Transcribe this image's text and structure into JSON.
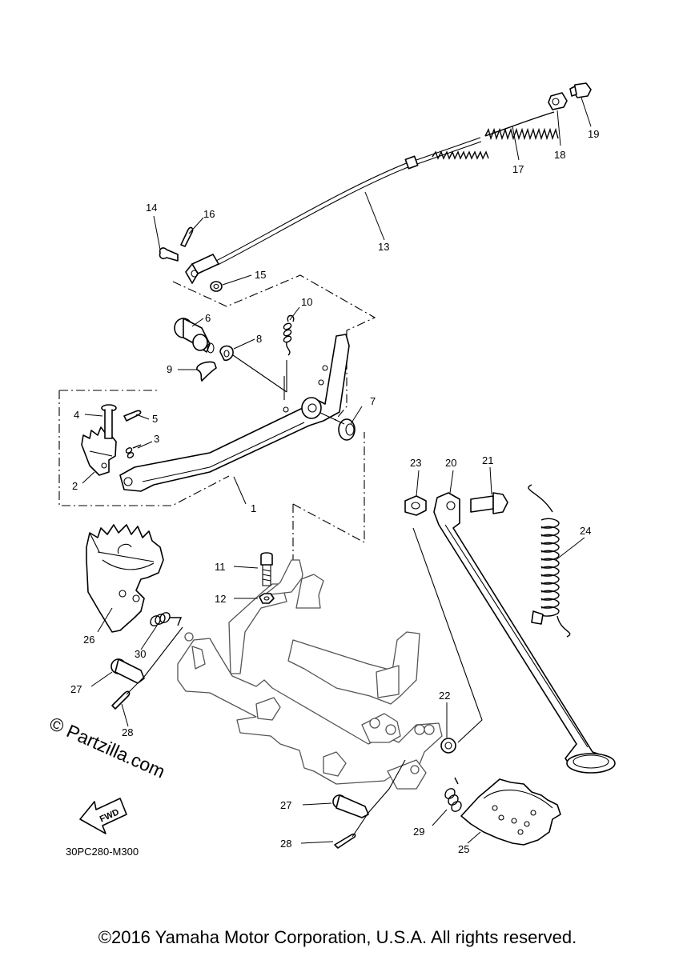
{
  "watermark": "© Partzilla.com",
  "diagram_code": "30PC280-M300",
  "fwd_label": "FWD",
  "copyright": "©2016 Yamaha Motor Corporation, U.S.A. All rights reserved.",
  "callouts": [
    {
      "id": "callout-1",
      "label": "1"
    },
    {
      "id": "callout-2",
      "label": "2"
    },
    {
      "id": "callout-3",
      "label": "3"
    },
    {
      "id": "callout-4",
      "label": "4"
    },
    {
      "id": "callout-5",
      "label": "5"
    },
    {
      "id": "callout-6",
      "label": "6"
    },
    {
      "id": "callout-7",
      "label": "7"
    },
    {
      "id": "callout-8",
      "label": "8"
    },
    {
      "id": "callout-9",
      "label": "9"
    },
    {
      "id": "callout-10",
      "label": "10"
    },
    {
      "id": "callout-11",
      "label": "11"
    },
    {
      "id": "callout-12",
      "label": "12"
    },
    {
      "id": "callout-13",
      "label": "13"
    },
    {
      "id": "callout-14",
      "label": "14"
    },
    {
      "id": "callout-15",
      "label": "15"
    },
    {
      "id": "callout-16",
      "label": "16"
    },
    {
      "id": "callout-17",
      "label": "17"
    },
    {
      "id": "callout-18",
      "label": "18"
    },
    {
      "id": "callout-19",
      "label": "19"
    },
    {
      "id": "callout-20",
      "label": "20"
    },
    {
      "id": "callout-21",
      "label": "21"
    },
    {
      "id": "callout-22",
      "label": "22"
    },
    {
      "id": "callout-23",
      "label": "23"
    },
    {
      "id": "callout-24",
      "label": "24"
    },
    {
      "id": "callout-25",
      "label": "25"
    },
    {
      "id": "callout-26",
      "label": "26"
    },
    {
      "id": "callout-27a",
      "label": "27"
    },
    {
      "id": "callout-27b",
      "label": "27"
    },
    {
      "id": "callout-28a",
      "label": "28"
    },
    {
      "id": "callout-28b",
      "label": "28"
    },
    {
      "id": "callout-29",
      "label": "29"
    },
    {
      "id": "callout-30",
      "label": "30"
    }
  ]
}
